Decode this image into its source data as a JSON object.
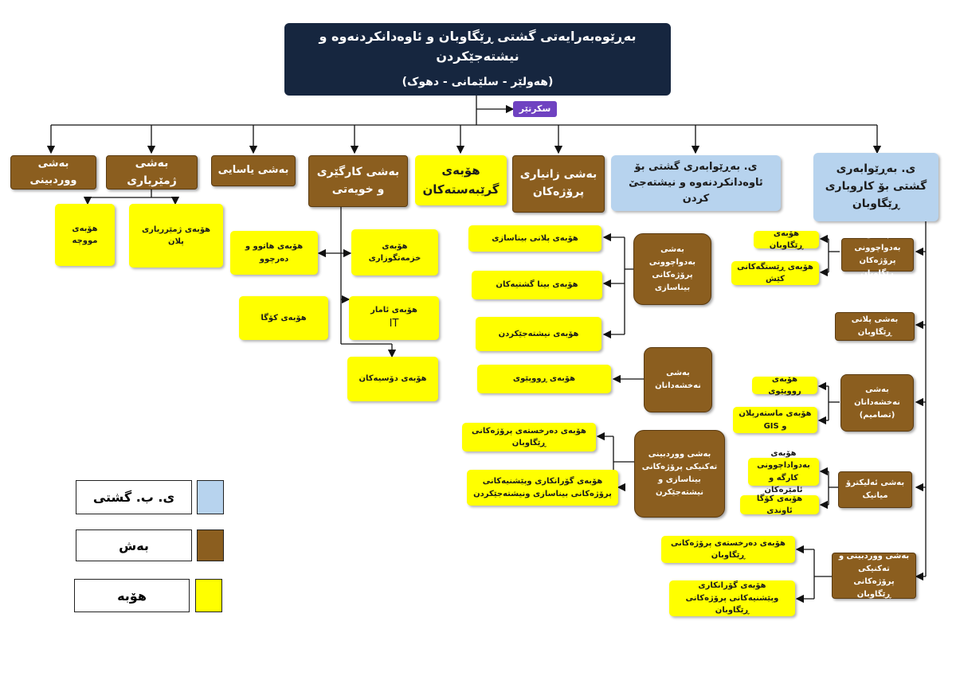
{
  "title": {
    "line1": "بەڕێوەبەرایەتی گشتی ڕێگاوبان و ئاوەدانکردنەوە و نیشتەجێکردن",
    "line2": "(هەولێر - سلێمانی - دهوک)"
  },
  "secretary": "سکرتێر",
  "top_row": {
    "general_roads": "ی. بەڕێوابەری گشتی بۆ کاروباری ڕێگاوبان",
    "general_reconstruction": "ی. بەڕێوابەری گشتی بۆ ئاوەدانکردنەوە و نیشتەجێ کردن",
    "projects_info": "بەشی زانیاری پرۆژەکان",
    "contracts_unit": "هۆبەی گرێبەستەکان",
    "admin_finance": "بەشی کارگێری و خویەتی",
    "legal": "بەشی یاسایی",
    "accounting": "بەشی ژمێریاری",
    "audit": "بەشی ووردبینی"
  },
  "accounting_units": {
    "planning_accounting": "هۆبەی ژمێرریاری پلان",
    "salaries": "هۆبەی مووچە"
  },
  "admin_units": {
    "treasury": "هۆبەی خزمەتگوزاری",
    "incoming_outgoing": "هۆبەی هاتوو و دەرچوو",
    "it_line1": "هۆبەی ئامار",
    "it_line2": "IT",
    "warehouse": "هۆبەی کۆگا",
    "files": "هۆبەی دۆسیەکان"
  },
  "reconstruction": {
    "followup_dept": "بەشی بەدواچوونی پرۆژەکانی بیناسازی",
    "building_plan": "هۆبەی پلانی بیناسازی",
    "public_buildings": "هۆبەی بینا گشتیەکان",
    "housing": "هۆبەی نیشتەجێکردن",
    "design_dept": "بەشی نەخشەدانان",
    "survey": "هۆبەی ڕووپێوی",
    "audit_dept": "بەشی ووردبینی تەکنیکی پرۆژەکانی بیناسازی و نیشتەجێکرن",
    "project_docs": "هۆبەی دەرخستەی پرۆژەکانی ڕێگاوبان",
    "changes_suggestions": "هۆبەی گۆرانکاری وپێشنیەکانی پرۆژەکانی بیناسازی ونیشتەجێکردن"
  },
  "roads": {
    "followup_dept": "بەشی بەدواچوونی پرۆژەکان ڕێگاوبان",
    "roads_unit": "هۆبەی ڕێگاوبان",
    "weigh_stations": "هۆبەی ڕێستگەکانی کێش",
    "planning_dept": "بەشی پلانی ڕێگاوبان",
    "design_dept": "بەشی نەخشەدانان (تصاميم)",
    "survey": "هۆبەی رووپێوی",
    "master_plan": "هۆبەی ماستەرپلان و GIS",
    "electro_dept": "بەشی ئەلیکترۆ میانیک",
    "workshop": "هۆبەی بەدواداچوونی کارگە و ئامێرەکان",
    "warehouse": "هۆبەی کۆگا ئاوندی",
    "audit_dept": "بەشی ووردبینی و تەکنیکی پرۆژەکانی ڕێگاوبان",
    "project_docs": "هۆبەی دەرخستەی پرۆژەکانی ڕێگاوبان",
    "changes_suggestions": "هۆبەی گۆرانکاری وپێشنیەکانی پرۆژەکانی ڕێگاوبان"
  },
  "legend": {
    "general": "ی. ب. گشتی",
    "department": "بەش",
    "unit": "هۆبە",
    "colors": {
      "general": "#b7d3ee",
      "department": "#8b5e1f",
      "unit": "#ffff00"
    }
  }
}
